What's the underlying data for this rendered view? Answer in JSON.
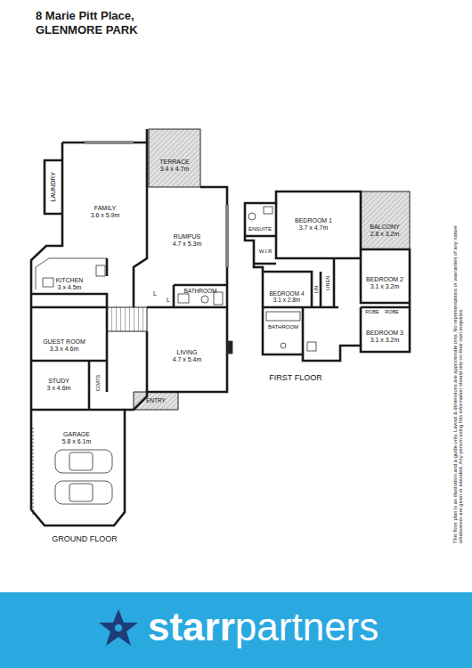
{
  "diagram": {
    "title": "8 Marie Pitt Place, GLENMORE PARK",
    "nodes": [
      {
        "text": [
          "LAUNDRY"
        ]
      },
      {
        "text": [
          "FAMILY",
          "3.6 x 5.9m"
        ]
      },
      {
        "text": [
          "TERRACE",
          "3.4 x 4.7m"
        ]
      },
      {
        "text": [
          "RUMPUS",
          "4.7 x 5.3m"
        ]
      },
      {
        "text": [
          "BATHROOM"
        ]
      },
      {
        "text": [
          "KITCHEN",
          "3 x 4.5m"
        ]
      },
      {
        "text": [
          "GUEST ROOM",
          "3.3 x 4.6m"
        ]
      },
      {
        "text": [
          "STUDY",
          "3 x 4.6m"
        ]
      },
      {
        "text": [
          "LIVING",
          "4.7 x 5.4m"
        ]
      },
      {
        "text": [
          "ENTRY"
        ]
      },
      {
        "text": [
          "GARAGE",
          "5.8 x 6.1m"
        ]
      },
      {
        "text": [
          "ENSUITE"
        ]
      },
      {
        "text": [
          "W.I.R"
        ]
      },
      {
        "text": [
          "BEDROOM 1",
          "3.7 x 4.7m"
        ]
      },
      {
        "text": [
          "BALCONY",
          "2.8 x 3.2m"
        ]
      },
      {
        "text": [
          "BEDROOM 2",
          "3.1 x 3.2m"
        ]
      },
      {
        "text": [
          "BEDROOM 4",
          "3.1 x 2.8m"
        ]
      },
      {
        "text": [
          "BATHROOM"
        ]
      },
      {
        "text": [
          "BEDROOM 3",
          "3.1 x 3.2m"
        ]
      }
    ],
    "labels": [
      "L",
      "L",
      "COATS",
      "GROUND FLOOR",
      "LIN",
      "LINEN",
      "ROBE",
      "ROBE",
      "FIRST FLOOR",
      "This floor plan is an illustration and a guide only. Layout & dimensions are approximate only. No representations or warranties of any nature whatsoever are given or intended. Any person using this information should rely on their own enquiries.",
      "starr",
      "partners"
    ]
  }
}
